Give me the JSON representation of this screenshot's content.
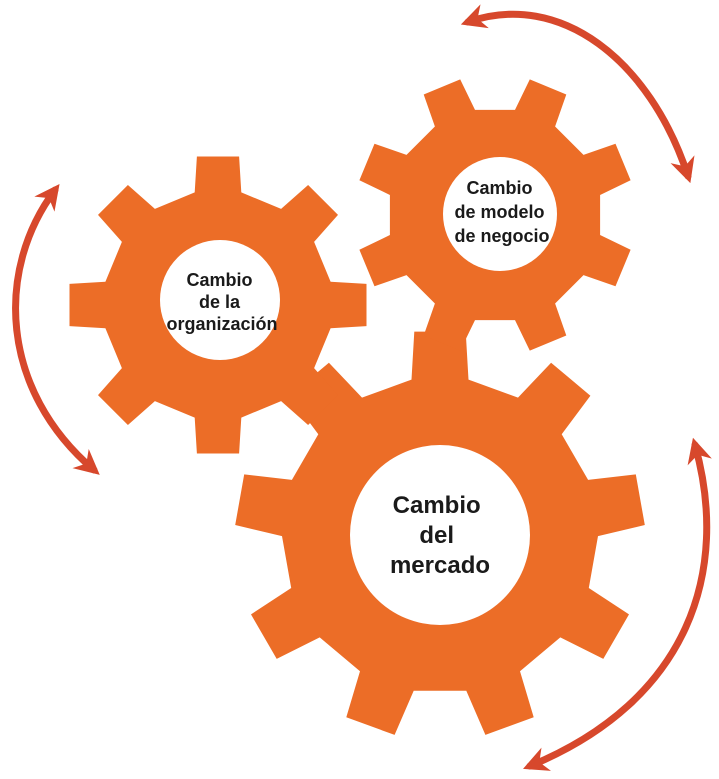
{
  "colors": {
    "gear": "#ec6d27",
    "hub": "#ffffff",
    "arrow": "#d7482c",
    "text": "#1a1a1a"
  },
  "gears": {
    "organizacion": {
      "lines": [
        "Cambio",
        "de la",
        "organización"
      ]
    },
    "modelo": {
      "lines": [
        "Cambio",
        "de modelo",
        "de negocio"
      ]
    },
    "mercado": {
      "lines": [
        "Cambio",
        "del",
        "mercado"
      ]
    }
  },
  "arrows": [
    "double-headed-curved-arrow",
    "double-headed-curved-arrow",
    "double-headed-curved-arrow",
    "double-headed-curved-arrow"
  ]
}
